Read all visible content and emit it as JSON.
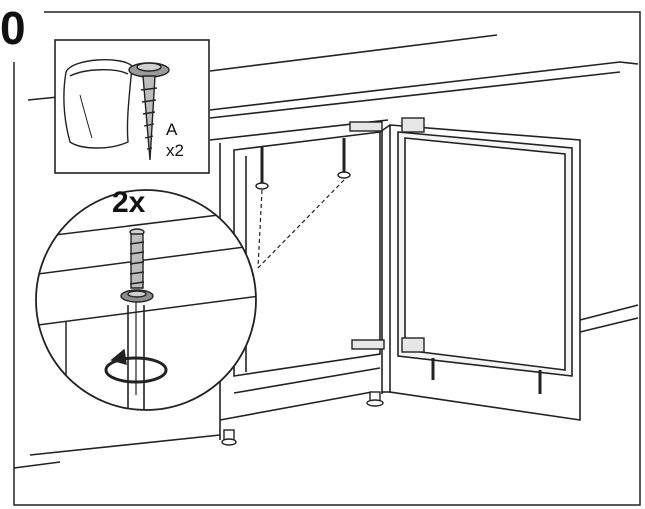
{
  "step_number": "0",
  "zoom_label": "2x",
  "part": {
    "letter": "A",
    "quantity": "x2"
  },
  "icons": [
    "screw-bag-icon",
    "screw-icon",
    "rotate-arrow-icon",
    "screwdriver-icon"
  ]
}
